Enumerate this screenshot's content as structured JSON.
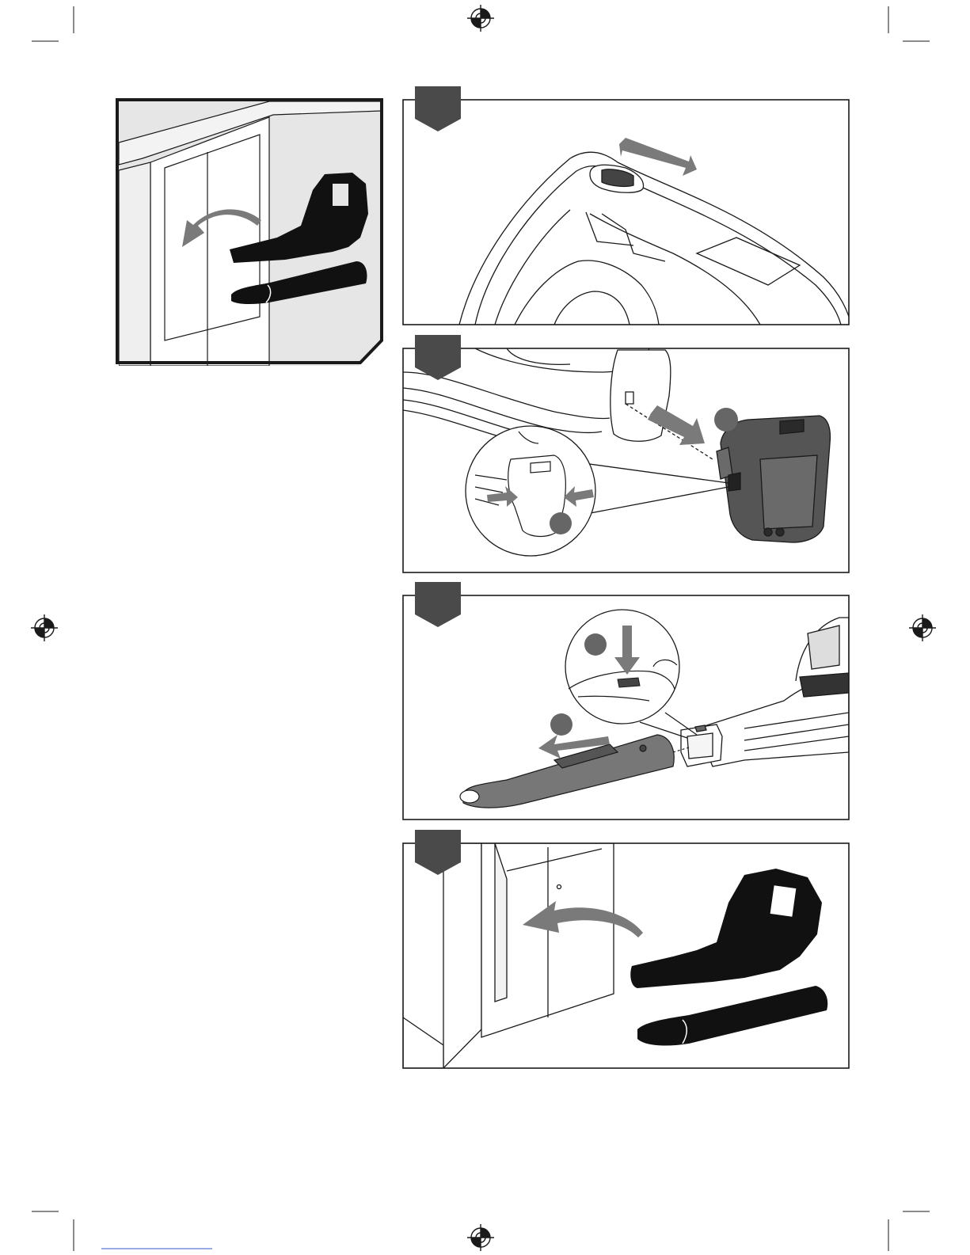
{
  "page": {
    "background": "#ffffff",
    "ink": "#1a1a1a",
    "panel_tab_color": "#4a4a4a",
    "arrow_color": "#7a7a7a",
    "blower_fill": "#111111",
    "battery_fill": "#555555",
    "nozzle_fill": "#777777",
    "footer_link_color": "#3355cc"
  },
  "overview_figure": {
    "icons": [
      "cabinet-icon",
      "blower-icon",
      "nozzle-icon",
      "curved-arrow-icon"
    ]
  },
  "steps": [
    {
      "name": "step-1-slide-switch-off",
      "icons": [
        "blower-handle-icon",
        "switch-icon",
        "double-arrow-icon"
      ]
    },
    {
      "name": "step-2-remove-battery",
      "icons": [
        "battery-icon",
        "release-button-icon",
        "magnifier-icon"
      ],
      "callout_markers": 2
    },
    {
      "name": "step-3-remove-nozzle",
      "icons": [
        "nozzle-icon",
        "press-button-icon",
        "blower-icon"
      ],
      "callout_markers": 2
    },
    {
      "name": "step-4-store-blower",
      "icons": [
        "cabinet-icon",
        "blower-icon",
        "nozzle-icon",
        "curved-arrow-icon"
      ]
    }
  ]
}
